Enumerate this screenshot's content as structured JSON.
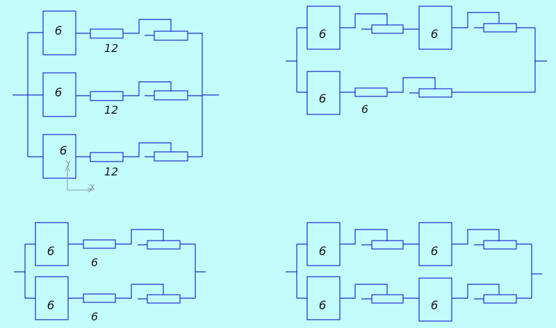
{
  "diagram": {
    "colors": {
      "background": "#c2fcfc",
      "wire": "#1a2bd0",
      "text": "#1a1a1a",
      "axis": "#8a9aa0"
    },
    "block_labels": {
      "c1_box_top": "6",
      "c1_box_mid": "6",
      "c1_box_bot": "6",
      "c1_res_top": "12",
      "c1_res_mid": "12",
      "c1_res_bot": "12",
      "c2_box_tl": "6",
      "c2_box_tr": "6",
      "c2_box_bl": "6",
      "c2_res_bot": "6",
      "c3_box_top": "6",
      "c3_box_bot": "6",
      "c3_res_top": "6",
      "c3_res_bot": "6",
      "c4_box_tl": "6",
      "c4_box_tr": "6",
      "c4_box_bl": "6",
      "c4_box_br": "6"
    },
    "axis_labels": {
      "x": "X",
      "y": "Y"
    }
  }
}
